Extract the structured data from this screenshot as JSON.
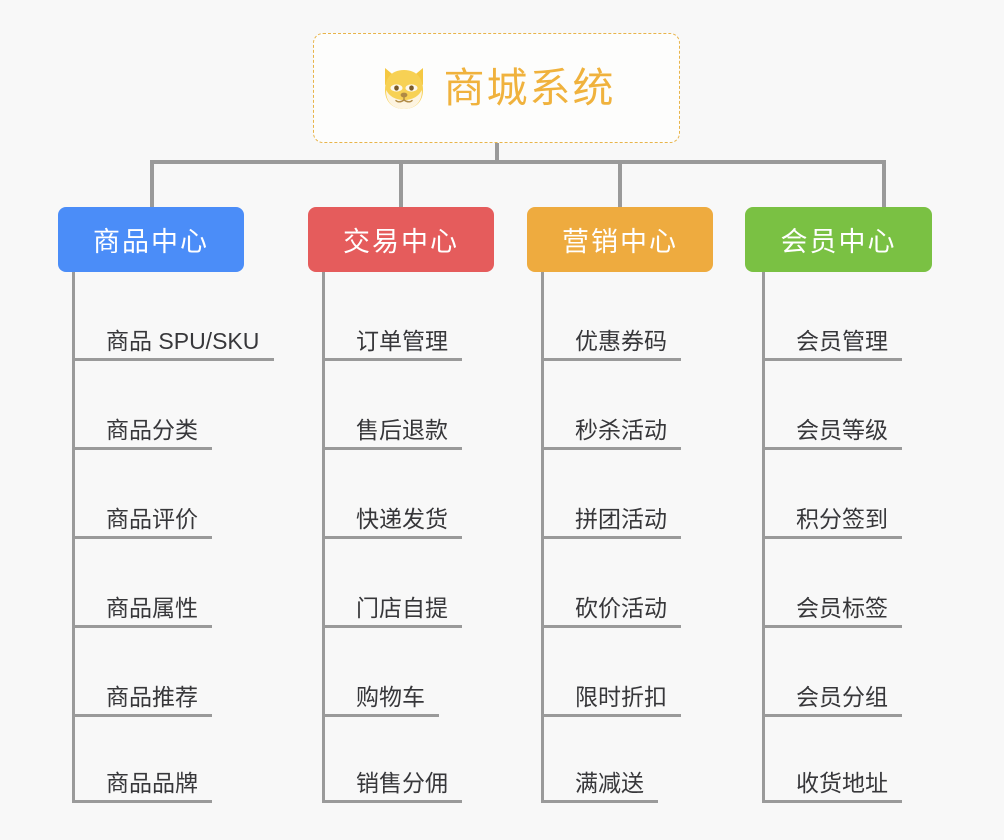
{
  "page": {
    "background_color": "#f8f8f8",
    "line_color": "#9a9a9a"
  },
  "root": {
    "title": "商城系统",
    "icon": "dog-face-emoji",
    "text_color": "#f0b23d",
    "border_color": "#e8b44a",
    "background": "#fdfdfc"
  },
  "columns": [
    {
      "id": "product-center",
      "header": "商品中心",
      "color": "#4b8df8",
      "items": [
        "商品 SPU/SKU",
        "商品分类",
        "商品评价",
        "商品属性",
        "商品推荐",
        "商品品牌"
      ]
    },
    {
      "id": "trade-center",
      "header": "交易中心",
      "color": "#e55c5c",
      "items": [
        "订单管理",
        "售后退款",
        "快递发货",
        "门店自提",
        "购物车",
        "销售分佣"
      ]
    },
    {
      "id": "marketing-center",
      "header": "营销中心",
      "color": "#eeab3f",
      "items": [
        "优惠券码",
        "秒杀活动",
        "拼团活动",
        "砍价活动",
        "限时折扣",
        "满减送"
      ]
    },
    {
      "id": "member-center",
      "header": "会员中心",
      "color": "#7ac143",
      "items": [
        "会员管理",
        "会员等级",
        "积分签到",
        "会员标签",
        "会员分组",
        "收货地址"
      ]
    }
  ]
}
